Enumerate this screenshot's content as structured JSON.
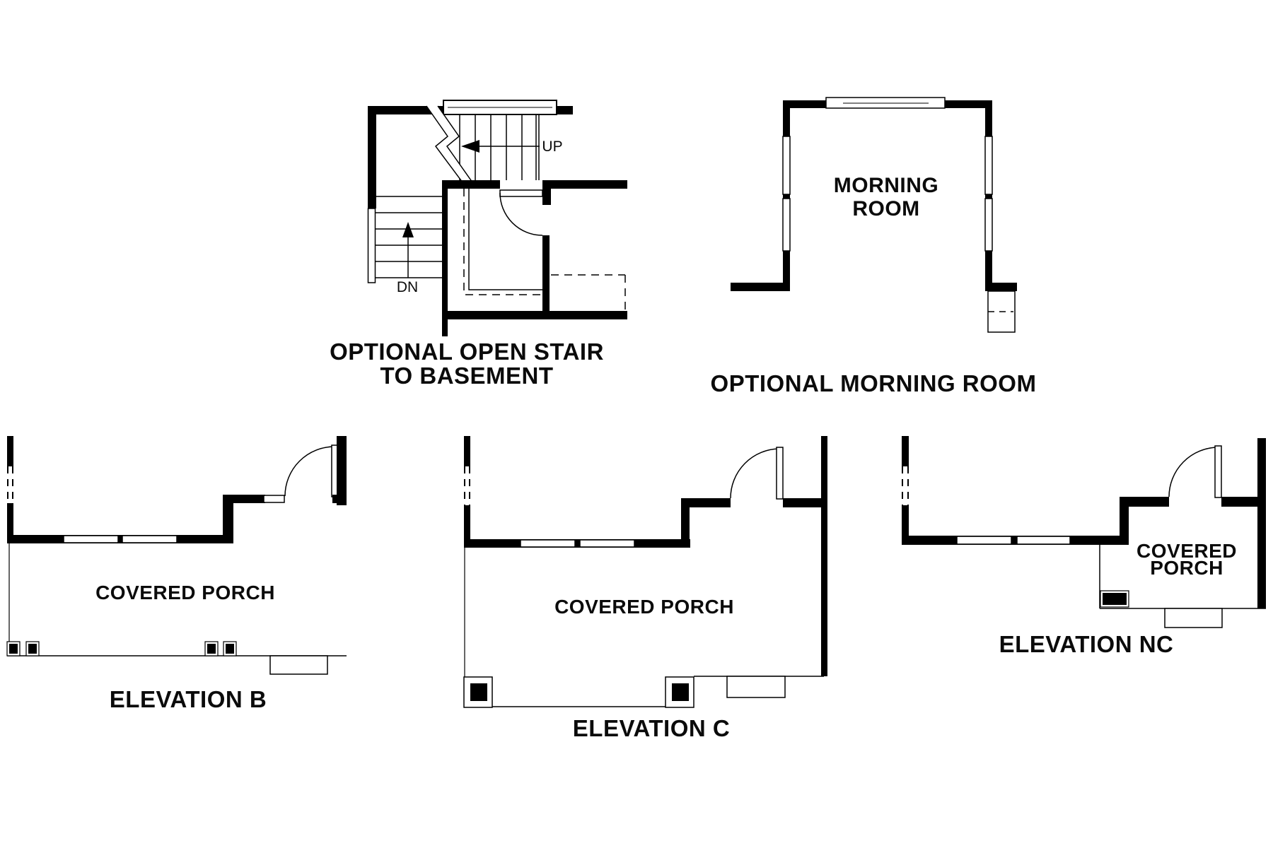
{
  "sheet": {
    "background_color": "#ffffff",
    "ink_color": "#000000"
  },
  "diagrams": {
    "open_stair": {
      "up_label": "UP",
      "dn_label": "DN",
      "caption_line1": "OPTIONAL OPEN STAIR",
      "caption_line2": "TO BASEMENT"
    },
    "morning_room": {
      "room_label_line1": "MORNING",
      "room_label_line2": "ROOM",
      "caption": "OPTIONAL MORNING ROOM"
    },
    "elevation_b": {
      "porch_label": "COVERED PORCH",
      "caption": "ELEVATION B"
    },
    "elevation_c": {
      "porch_label": "COVERED PORCH",
      "caption": "ELEVATION C"
    },
    "elevation_nc": {
      "porch_label_line1": "COVERED",
      "porch_label_line2": "PORCH",
      "caption": "ELEVATION NC"
    }
  }
}
